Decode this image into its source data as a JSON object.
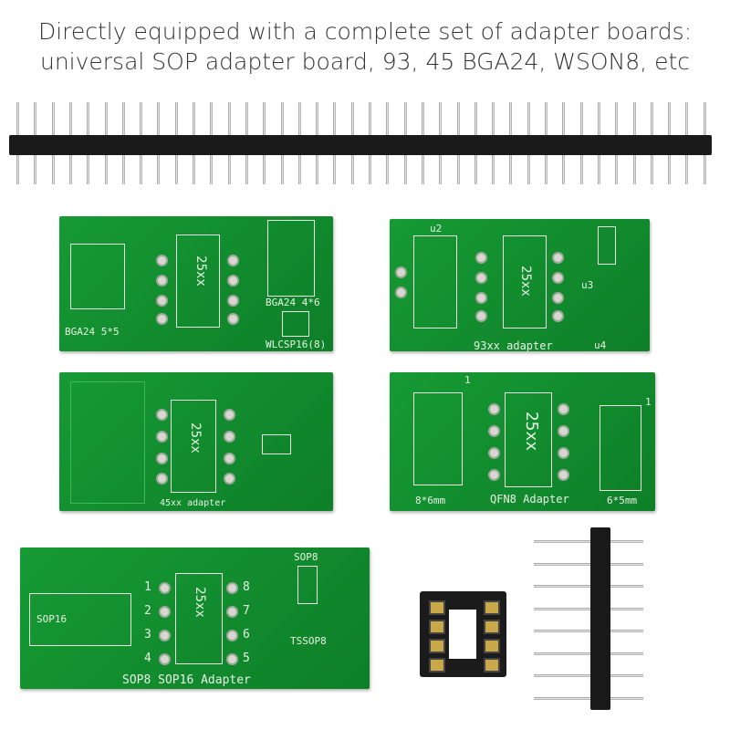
{
  "caption": {
    "line1": "Directly equipped with a complete set of adapter boards:",
    "line2": "universal SOP adapter board, 93, 45 BGA24, WSON8, etc"
  },
  "board1": {
    "chip": "25xx",
    "left_label": "BGA24 5*5",
    "right_label": "BGA24 4*6",
    "small_label": "WLCSP16(8)"
  },
  "board2": {
    "chip": "25xx",
    "u2": "u2",
    "u3": "u3",
    "u4": "u4",
    "label": "93xx adapter"
  },
  "board3": {
    "chip": "25xx",
    "label": "45xx adapter"
  },
  "board4": {
    "chip": "25xx",
    "left_label": "8*6mm",
    "label": "QFN8 Adapter",
    "right_label": "6*5mm",
    "pin1a": "1",
    "pin1b": "1"
  },
  "board5": {
    "chip": "25xx",
    "sop8": "SOP8",
    "tssop8": "TSSOP8",
    "sop16": "SOP16",
    "label": "SOP8 SOP16 Adapter",
    "left_numbers": [
      "1",
      "2",
      "3",
      "4"
    ],
    "right_numbers": [
      "8",
      "7",
      "6",
      "5"
    ]
  },
  "colors": {
    "pcb": "#108a2c",
    "silk": "#e8f3e6",
    "header": "#1a1a1a"
  }
}
